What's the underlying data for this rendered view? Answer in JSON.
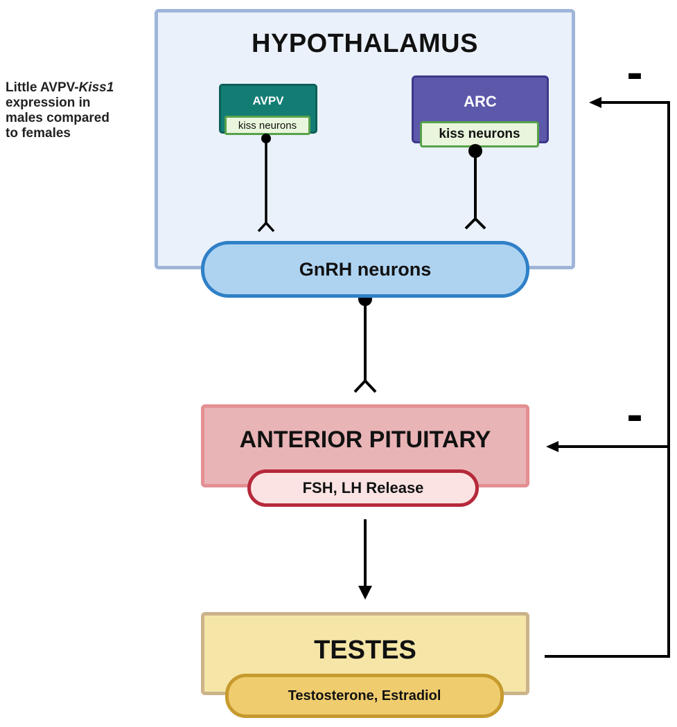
{
  "note": {
    "line1_prefix": "Little AVPV-",
    "line1_italic": "Kiss1",
    "line2": "expression in",
    "line3": "males compared",
    "line4": "to females"
  },
  "hypothalamus": {
    "title": "HYPOTHALAMUS",
    "avpv": {
      "label": "AVPV",
      "sub": "kiss neurons"
    },
    "arc": {
      "label": "ARC",
      "sub": "kiss neurons"
    }
  },
  "gnrh": {
    "label": "GnRH neurons"
  },
  "pituitary": {
    "title": "ANTERIOR PITUITARY",
    "sub": "FSH, LH Release"
  },
  "testes": {
    "title": "TESTES",
    "sub": "Testosterone, Estradiol"
  },
  "feedback": {
    "top_sign": "-",
    "mid_sign": "-"
  },
  "colors": {
    "hypothalamus_bg": "#eaf1fb",
    "avpv": "#137d74",
    "arc": "#5c58aa",
    "kiss": "#e9f5dc",
    "gnrh": "#aed3f1",
    "pituitary": "#e9b4b6",
    "testes": "#f5e6a7"
  }
}
